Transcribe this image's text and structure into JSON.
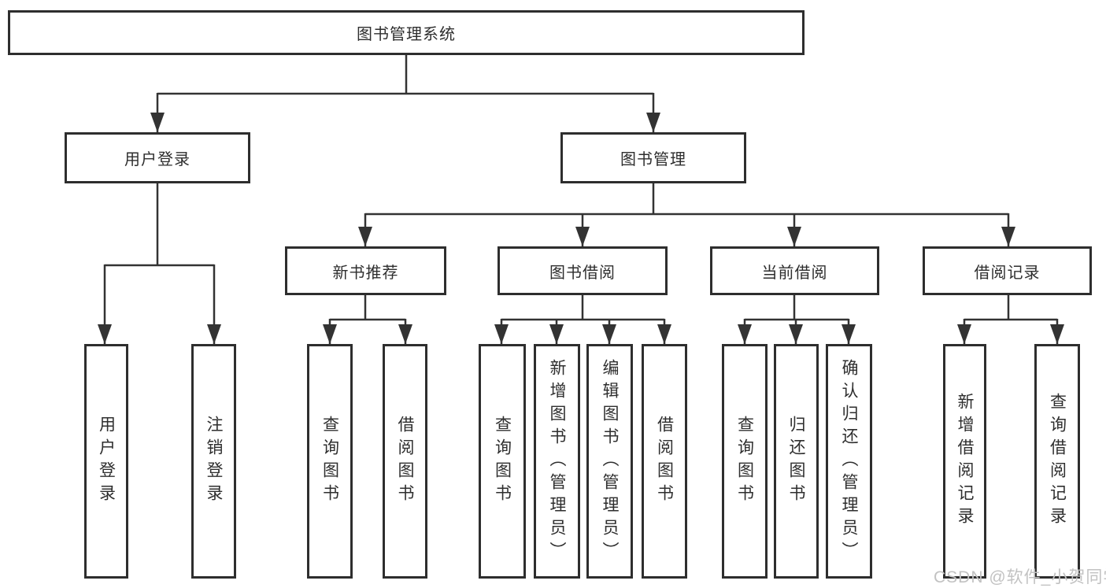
{
  "tree": {
    "label": "图书管理系统",
    "children": [
      {
        "label": "用户登录",
        "children": [
          {
            "label": "用户登录"
          },
          {
            "label": "注销登录"
          }
        ]
      },
      {
        "label": "图书管理",
        "children": [
          {
            "label": "新书推荐",
            "children": [
              {
                "label": "查询图书"
              },
              {
                "label": "借阅图书"
              }
            ]
          },
          {
            "label": "图书借阅",
            "children": [
              {
                "label": "查询图书"
              },
              {
                "label": "新增图书（管理员）"
              },
              {
                "label": "编辑图书（管理员）"
              },
              {
                "label": "借阅图书"
              }
            ]
          },
          {
            "label": "当前借阅",
            "children": [
              {
                "label": "查询图书"
              },
              {
                "label": "归还图书"
              },
              {
                "label": "确认归还（管理员）"
              }
            ]
          },
          {
            "label": "借阅记录",
            "children": [
              {
                "label": "新增借阅记录"
              },
              {
                "label": "查询借阅记录"
              }
            ]
          }
        ]
      }
    ]
  },
  "watermark": "CSDN @软件_小贺同学",
  "colors": {
    "line": "#333333",
    "box_border": "#2e2e2e",
    "text": "#2e2e2e",
    "watermark": "#c2c2c2",
    "background": "#ffffff"
  }
}
